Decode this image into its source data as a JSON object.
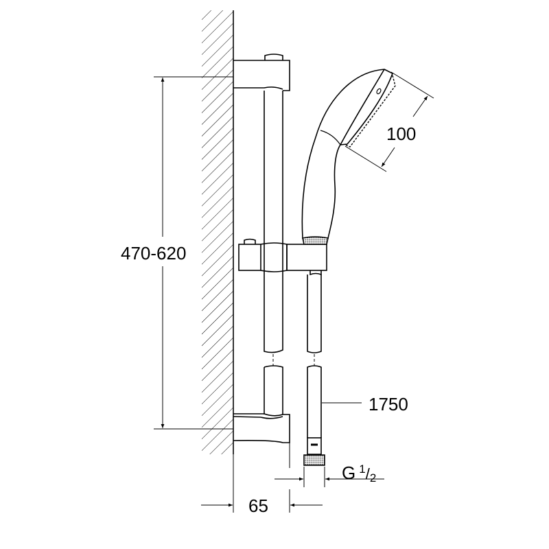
{
  "dimensions": {
    "height_range": "470-620",
    "head_diameter": "100",
    "hose_length": "1750",
    "thread_letter": "G",
    "thread_num": "1",
    "thread_den": "2",
    "wall_offset": "65"
  },
  "colors": {
    "line": "#000000",
    "background": "#ffffff"
  }
}
